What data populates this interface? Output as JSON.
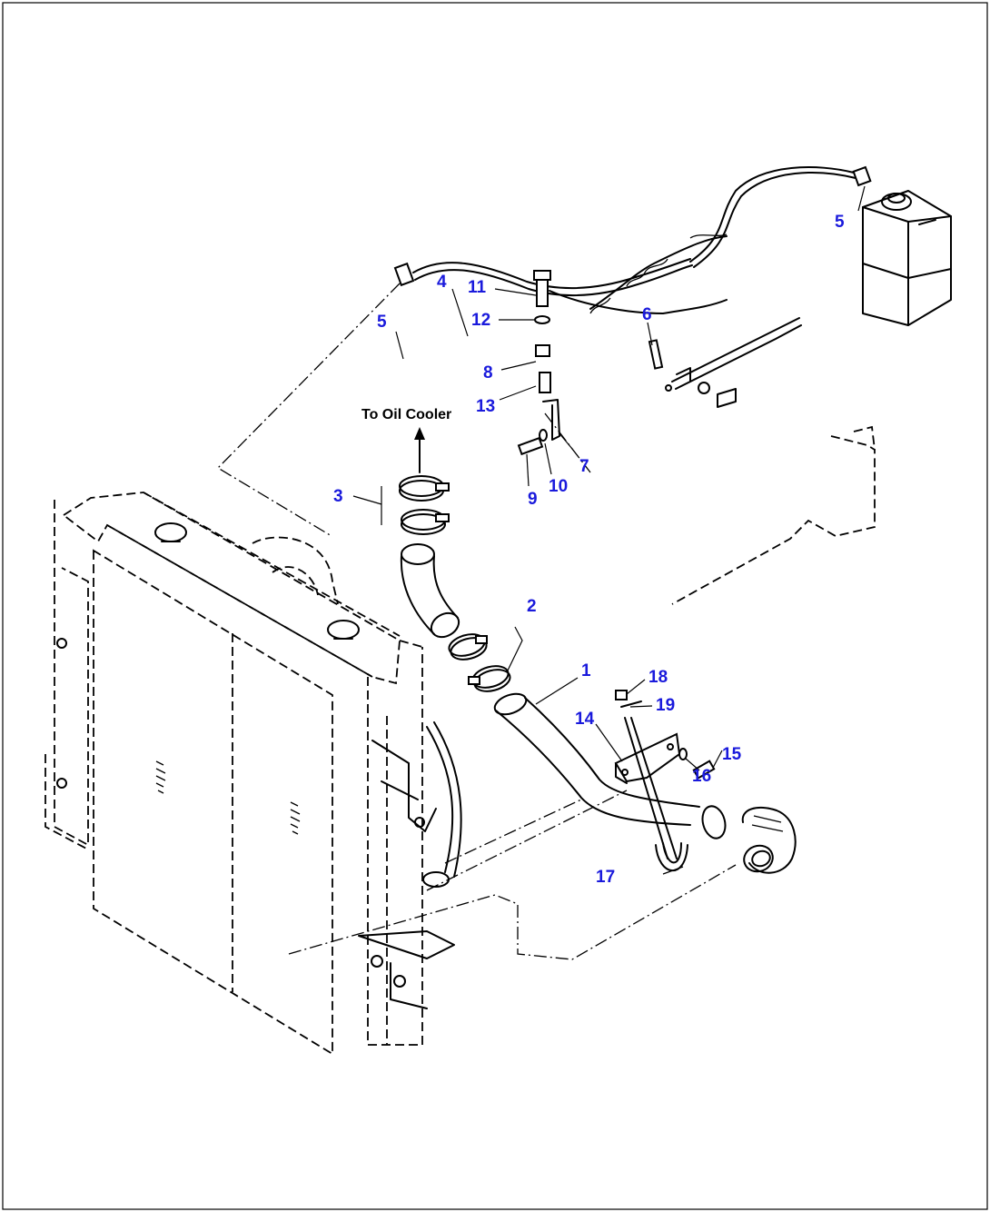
{
  "labels": {
    "part_1": "1",
    "part_2": "2",
    "part_3": "3",
    "part_4": "4",
    "part_5a": "5",
    "part_5b": "5",
    "part_6": "6",
    "part_7": "7",
    "part_8": "8",
    "part_9": "9",
    "part_10": "10",
    "part_11": "11",
    "part_12": "12",
    "part_13": "13",
    "part_14": "14",
    "part_15": "15",
    "part_16": "16",
    "part_17": "17",
    "part_18": "18",
    "part_19": "19"
  },
  "annotation": {
    "to_oil_cooler": "To Oil Cooler"
  },
  "colors": {
    "callout": "#1a1adc",
    "line": "#000000",
    "background": "#ffffff"
  }
}
